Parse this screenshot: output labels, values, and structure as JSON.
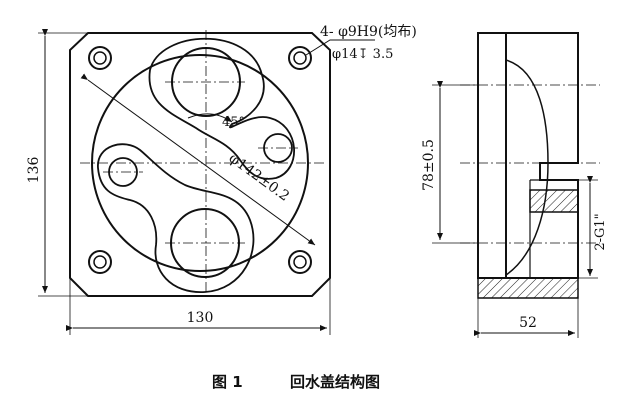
{
  "annotations": {
    "hole_spec": "4- φ9H9(均布)",
    "counterbore": "φ14↧ 3.5",
    "angle": "45°",
    "bolt_circle": "φ142±0.2",
    "height": "136",
    "width": "130",
    "center_offset": "78±0.5",
    "thread": "2-G1\"",
    "thickness": "52"
  },
  "caption": {
    "label": "图 1",
    "title": "回水盖结构图"
  }
}
